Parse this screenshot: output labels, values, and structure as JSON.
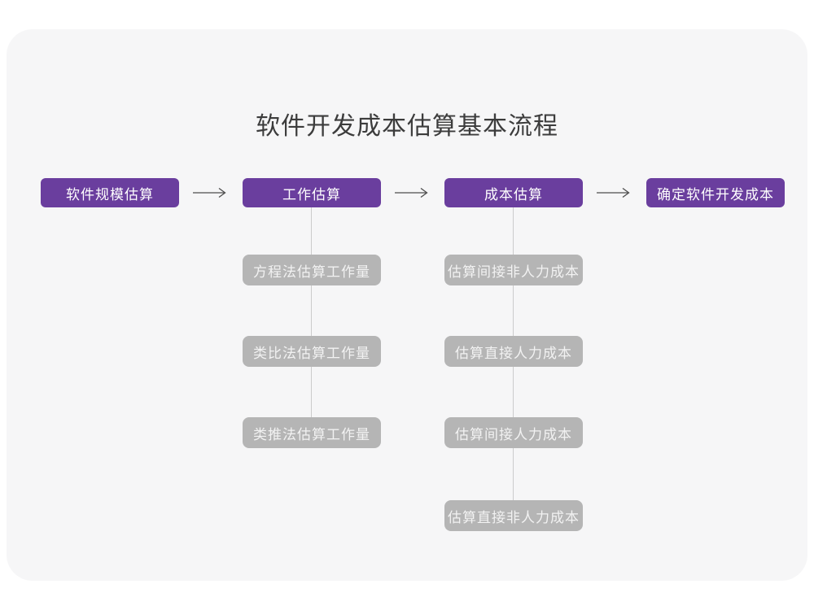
{
  "title": "软件开发成本估算基本流程",
  "colors": {
    "primary_purple": "#6a3e9e",
    "sub_step_gray": "#b5b5b5",
    "connector_line": "#cccccc",
    "card_background": "#f6f6f7",
    "page_background": "#ffffff",
    "title_text": "#3c3c3c",
    "arrow_stroke": "#4d4d4d"
  },
  "flow": {
    "steps": [
      {
        "label": "软件规模估算"
      },
      {
        "label": "工作估算"
      },
      {
        "label": "成本估算"
      },
      {
        "label": "确定软件开发成本"
      }
    ]
  },
  "work_estimation_methods": [
    {
      "label": "方程法估算工作量"
    },
    {
      "label": "类比法估算工作量"
    },
    {
      "label": "类推法估算工作量"
    }
  ],
  "cost_estimation_steps": [
    {
      "label": "估算间接非人力成本"
    },
    {
      "label": "估算直接人力成本"
    },
    {
      "label": "估算间接人力成本"
    },
    {
      "label": "估算直接非人力成本"
    }
  ]
}
